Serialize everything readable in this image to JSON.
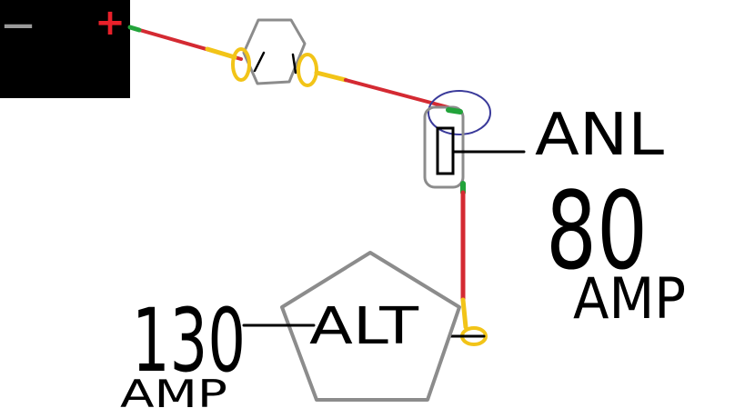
{
  "battery": {
    "negative_symbol": "—",
    "positive_symbol": "+"
  },
  "fuse": {
    "label": "ANL",
    "rating_number": "80",
    "rating_unit": "AMP"
  },
  "alternator": {
    "label": "ALT",
    "rating_number": "130",
    "rating_unit": "AMP"
  },
  "colors": {
    "background": "#ffffff",
    "battery_body": "#000000",
    "positive_terminal": "#e8202a",
    "negative_terminal": "#9a9a9a",
    "positive_wire": "#d42a32",
    "wire_end": "#22a33a",
    "ring_terminal": "#f2c418",
    "component_outline": "#8c8c8c",
    "highlight_circle": "#3a3a9a",
    "ink": "#000000"
  }
}
